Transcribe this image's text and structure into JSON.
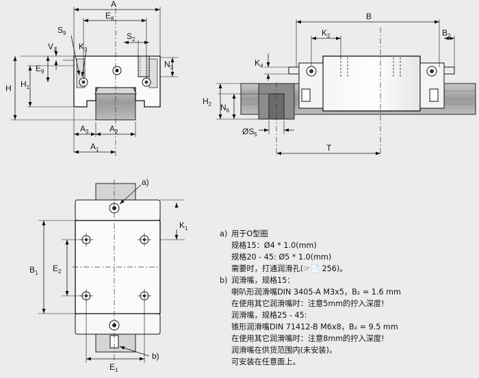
{
  "labels": {
    "A": "A",
    "E8": "E",
    "E8_sub": "8",
    "S9": "S",
    "S9_sub": "9",
    "S2": "S",
    "S2_sub": "2",
    "V1": "V",
    "V1_sub": "1",
    "K3": "K",
    "K3_sub": "3",
    "N3": "N",
    "N3_sub": "3",
    "E9": "E",
    "E9_sub": "9",
    "H": "H",
    "H1": "H",
    "H1_sub": "1",
    "A3": "A",
    "A3_sub": "3",
    "A2": "A",
    "A2_sub": "2",
    "A1": "A",
    "A1_sub": "1",
    "B": "B",
    "K2": "K",
    "K2_sub": "2",
    "B2": "B",
    "B2_sub": "2",
    "K4": "K",
    "K4_sub": "4",
    "H2": "H",
    "H2_sub": "2",
    "N6": "N",
    "N6_sub": "6",
    "S5": "ØS",
    "S5_sub": "5",
    "T": "T",
    "a": "a)",
    "b": "b)",
    "K1": "K",
    "K1_sub": "1",
    "B1": "B",
    "B1_sub": "1",
    "E2": "E",
    "E2_sub": "2",
    "E1": "E",
    "E1_sub": "1"
  },
  "notes": [
    {
      "marker": "a)",
      "text": "用于O型圈"
    },
    {
      "marker": "",
      "text": "规格15：Ø4 * 1.0(mm)"
    },
    {
      "marker": "",
      "text": "规格20 - 45: Ø5 * 1.0(mm)"
    },
    {
      "marker": "",
      "text": "需要时，打通润滑孔(☞📄 256)。"
    },
    {
      "marker": "b)",
      "text": "润滑嘴，规格15："
    },
    {
      "marker": "",
      "text": "喇叭形润滑嘴DIN 3405-A M3x5，B₂ = 1.6 mm"
    },
    {
      "marker": "",
      "text": "在使用其它润滑嘴时：注意5mm的拧入深度!"
    },
    {
      "marker": "",
      "text": "润滑嘴，规格25 - 45:"
    },
    {
      "marker": "",
      "text": "锥形润滑嘴DIN 71412-B M6x8，B₂ = 9.5 mm"
    },
    {
      "marker": "",
      "text": "在使用其它润滑嘴时：注意8mm的拧入深度!"
    },
    {
      "marker": "",
      "text": "润滑嘴在供货范围内(未安装)。"
    },
    {
      "marker": "",
      "text": "可安装在任意面上。"
    }
  ]
}
